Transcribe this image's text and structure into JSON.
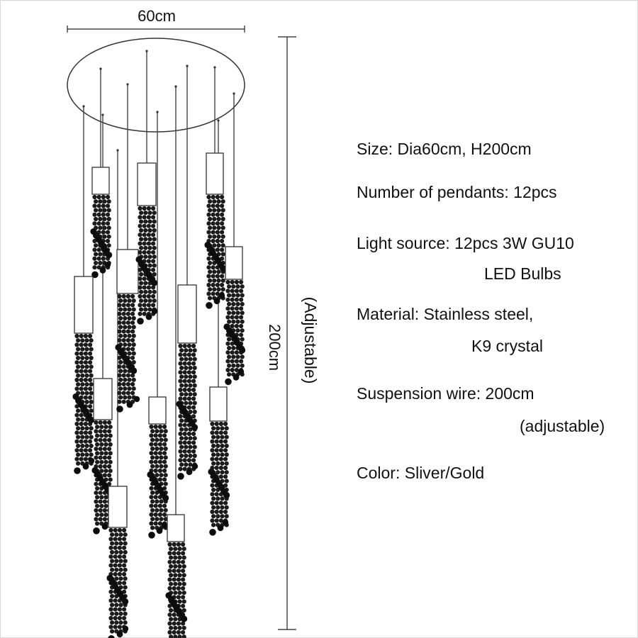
{
  "dimensions": {
    "width_label": "60cm",
    "height_label": "200cm",
    "adjustable_label": "(Adjustable)"
  },
  "specs": {
    "size": "Size: Dia60cm, H200cm",
    "pendants": "Number of pendants: 12pcs",
    "light_source_line1": "Light source: 12pcs 3W GU10",
    "light_source_line2": "LED Bulbs",
    "material_line1": "Material: Stainless steel,",
    "material_line2": "K9 crystal",
    "suspension_line1": "Suspension wire: 200cm",
    "suspension_line2": "(adjustable)",
    "color": "Color: Sliver/Gold"
  }
}
